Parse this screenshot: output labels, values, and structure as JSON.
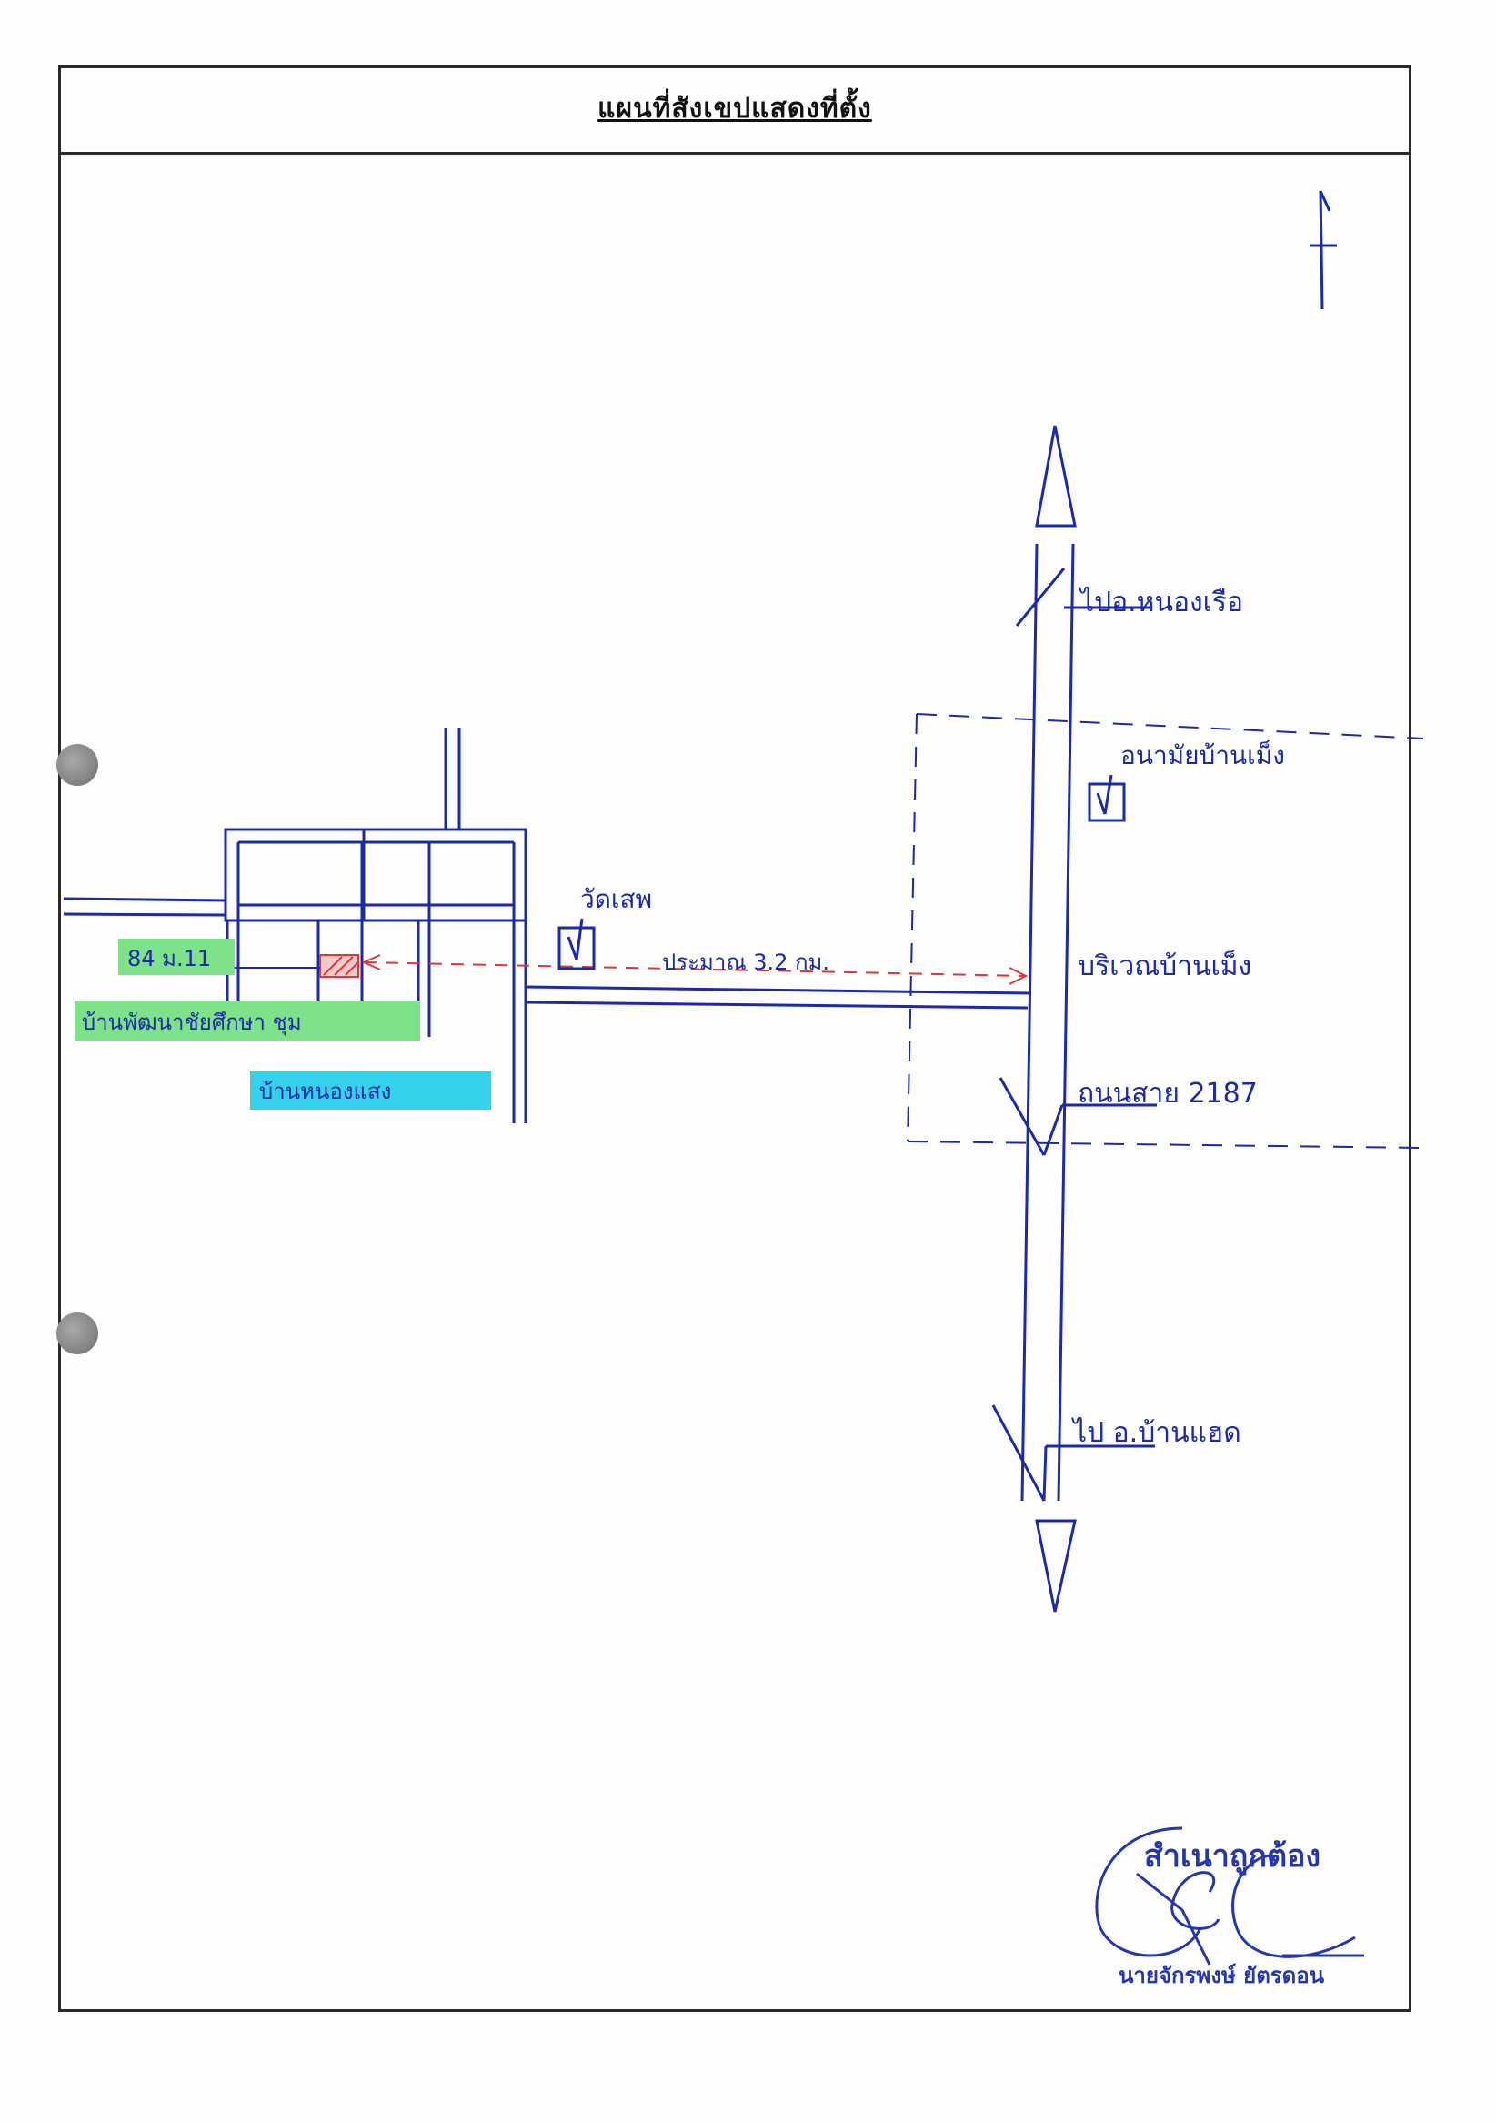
{
  "title": "แผนที่สังเขปแสดงที่ตั้ง",
  "labels": {
    "to_nong_ruea": "ไปอ.หนองเรือ",
    "health_station": "อนามัยบ้านเม็ง",
    "temple": "วัดเสพ",
    "distance": "ประมาณ 3.2 กม.",
    "area_ban_meng": "บริเวณบ้านเม็ง",
    "road_2187": "ถนนสาย 2187",
    "to_ban_phai": "ไป อ.บ้านแฮด",
    "house_no": "84 ม.11",
    "village_pattana": "บ้านพัฒนาชัยศึกษา ชุม",
    "village_nong_saeng": "บ้านหนองแสง"
  },
  "stamp": {
    "certified": "สำเนาถูกต้อง",
    "name": "นายจักรพงษ์ ยัตรดอน"
  },
  "colors": {
    "pen_blue": "#1d2aa8",
    "red_dash": "#d83a3a",
    "highlight_green": "#7ee28a",
    "highlight_cyan": "#35d0ea",
    "frame": "#2a2a2a"
  },
  "icons": [
    "north-arrow-icon",
    "temple-marker-icon",
    "health-station-marker-icon",
    "signature-icon"
  ]
}
